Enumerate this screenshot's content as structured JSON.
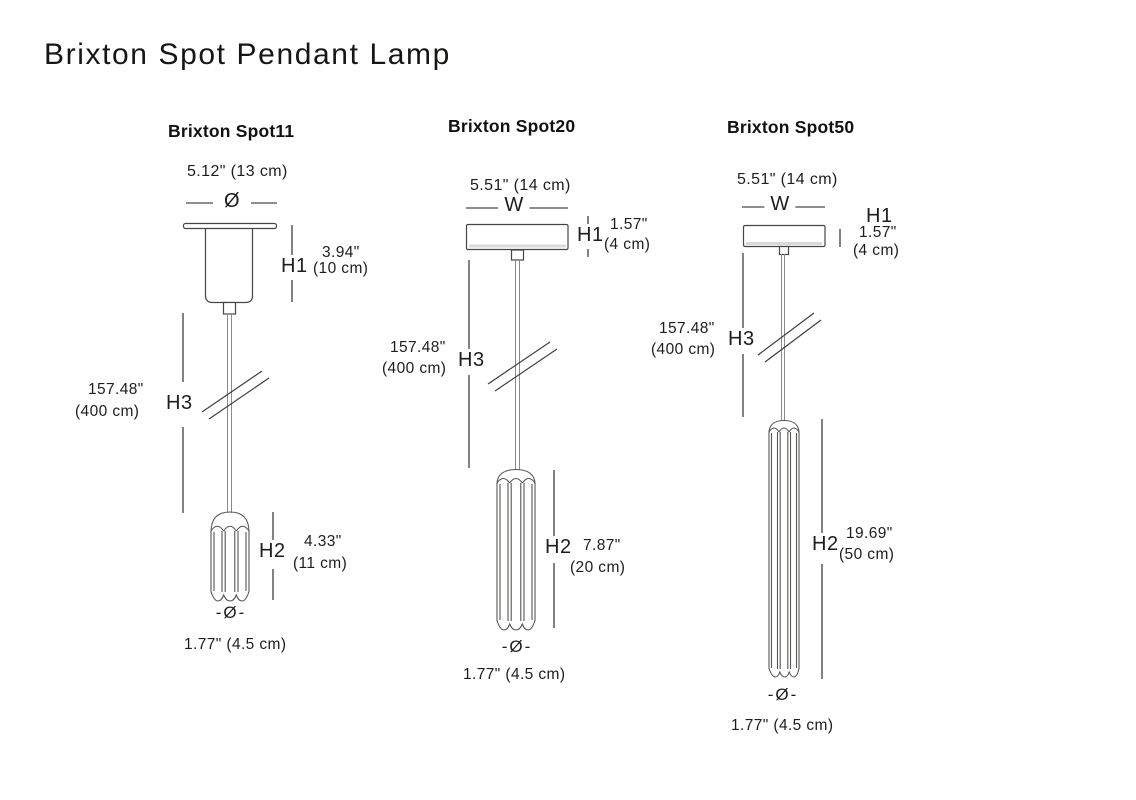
{
  "page": {
    "title": "Brixton Spot Pendant Lamp"
  },
  "colors": {
    "text": "#1d1d1b",
    "dimension_line": "#1d1d1b",
    "lamp_outline": "#545452",
    "cord": "#8b8b89",
    "canopy_shadow": "#d9d9d7"
  },
  "figures": [
    {
      "title": "Brixton Spot11",
      "top_width_value": "5.12\" (13 cm)",
      "top_symbol": "Ø",
      "h1": {
        "label": "H1",
        "inches": "3.94\"",
        "metric": "(10 cm)"
      },
      "h3": {
        "label": "H3",
        "inches": "157.48\"",
        "metric": "(400 cm)"
      },
      "h2": {
        "label": "H2",
        "inches": "4.33\"",
        "metric": "(11 cm)"
      },
      "bottom_symbol": "-Ø-",
      "bottom_diameter": "1.77\" (4.5 cm)"
    },
    {
      "title": "Brixton Spot20",
      "top_width_value": "5.51\" (14 cm)",
      "top_symbol": "W",
      "h1": {
        "label": "H1",
        "inches": "1.57\"",
        "metric": "(4 cm)"
      },
      "h3": {
        "label": "H3",
        "inches": "157.48\"",
        "metric": "(400 cm)"
      },
      "h2": {
        "label": "H2",
        "inches": "7.87\"",
        "metric": "(20 cm)"
      },
      "bottom_symbol": "-Ø-",
      "bottom_diameter": "1.77\" (4.5 cm)"
    },
    {
      "title": "Brixton Spot50",
      "top_width_value": "5.51\" (14 cm)",
      "top_symbol": "W",
      "h1": {
        "label": "H1",
        "inches": "1.57\"",
        "metric": "(4 cm)"
      },
      "h3": {
        "label": "H3",
        "inches": "157.48\"",
        "metric": "(400 cm)"
      },
      "h2": {
        "label": "H2",
        "inches": "19.69\"",
        "metric": "(50 cm)"
      },
      "bottom_symbol": "-Ø-",
      "bottom_diameter": "1.77\" (4.5 cm)"
    }
  ]
}
